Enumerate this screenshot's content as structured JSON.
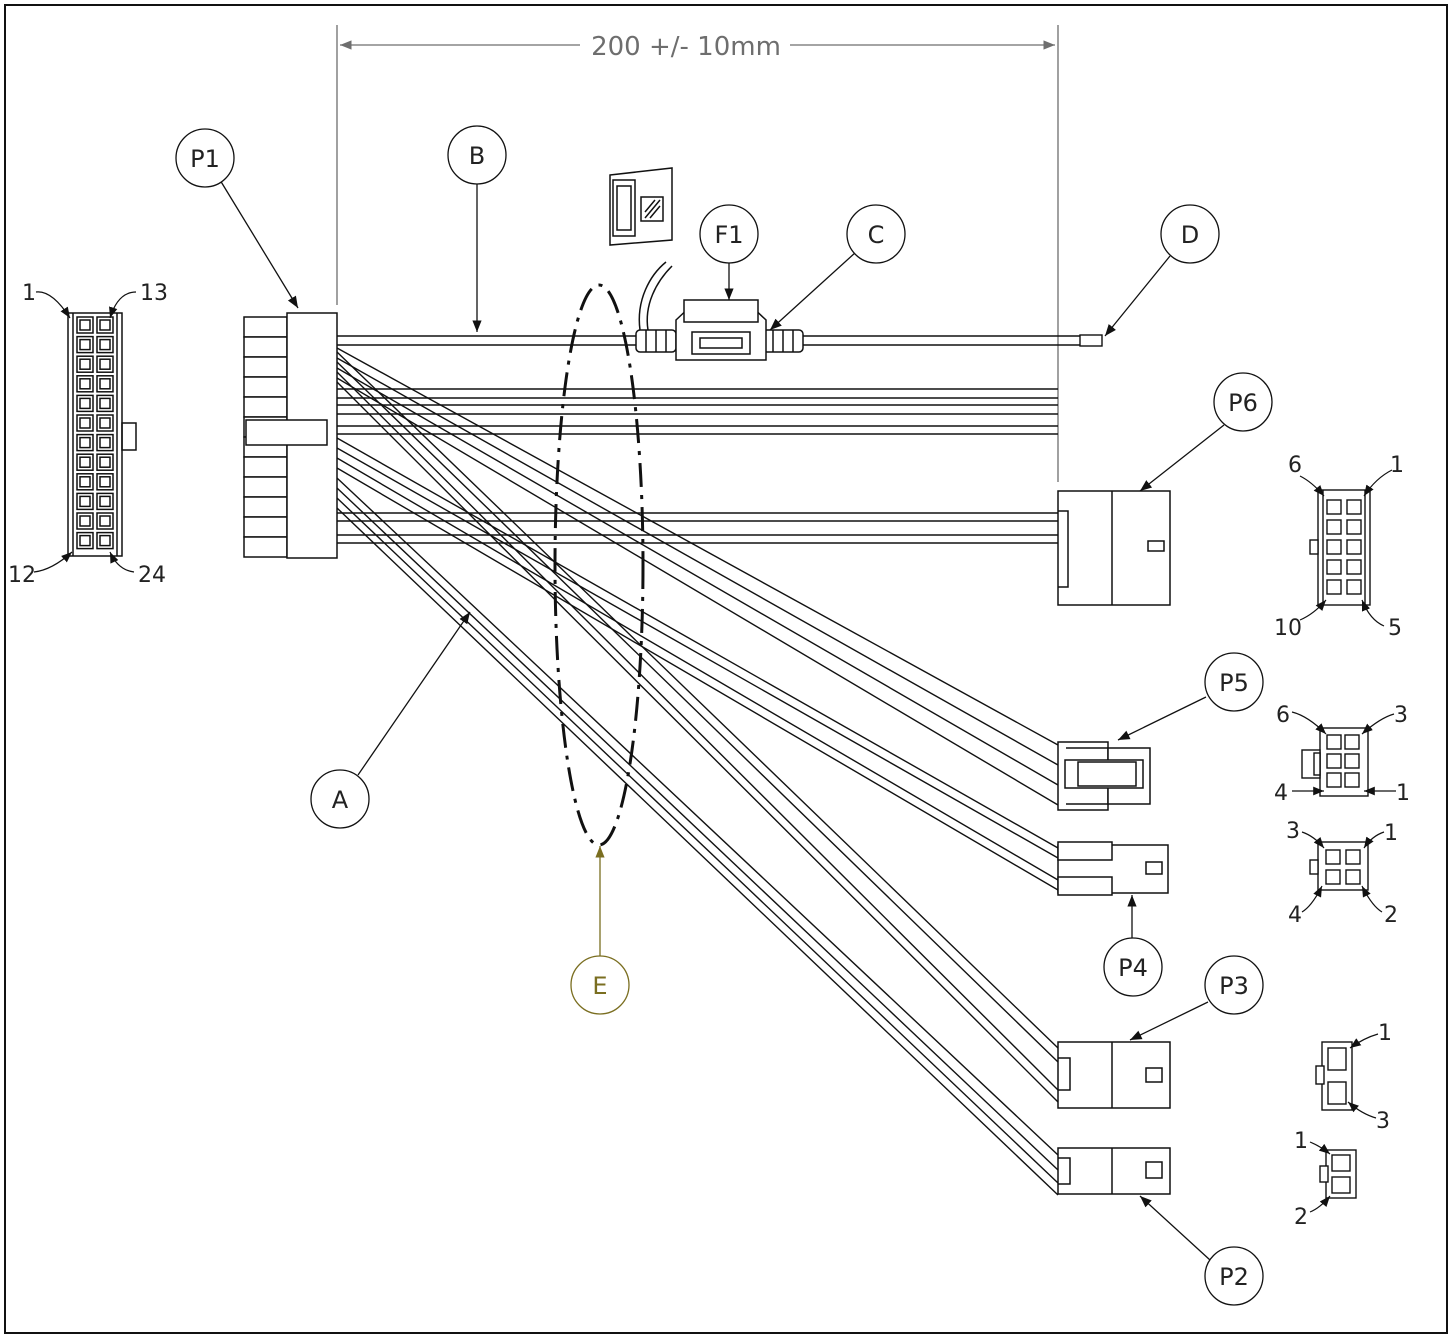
{
  "dimension": {
    "label": "200 +/- 10mm"
  },
  "balloons": {
    "P1": "P1",
    "B": "B",
    "F1": "F1",
    "C": "C",
    "D": "D",
    "P6": "P6",
    "P5": "P5",
    "P4": "P4",
    "P3": "P3",
    "P2": "P2",
    "A": "A",
    "E": "E"
  },
  "pin_labels": {
    "p1_view": {
      "top_left": "1",
      "top_right": "13",
      "bottom_left": "12",
      "bottom_right": "24"
    },
    "p6_view": {
      "top_left": "6",
      "top_right": "1",
      "bottom_left": "10",
      "bottom_right": "5"
    },
    "p5_view": {
      "top_left": "6",
      "top_right": "3",
      "bottom_left": "4",
      "bottom_right": "1"
    },
    "p4_view": {
      "top_left": "3",
      "top_right": "1",
      "bottom_left": "4",
      "bottom_right": "2"
    },
    "p3_view": {
      "top": "1",
      "bottom": "3"
    },
    "p2_view": {
      "top": "1",
      "bottom": "2"
    }
  },
  "colors": {
    "line": "#111111",
    "dim": "#6e6e6e",
    "highlight": "#7a6e20"
  }
}
